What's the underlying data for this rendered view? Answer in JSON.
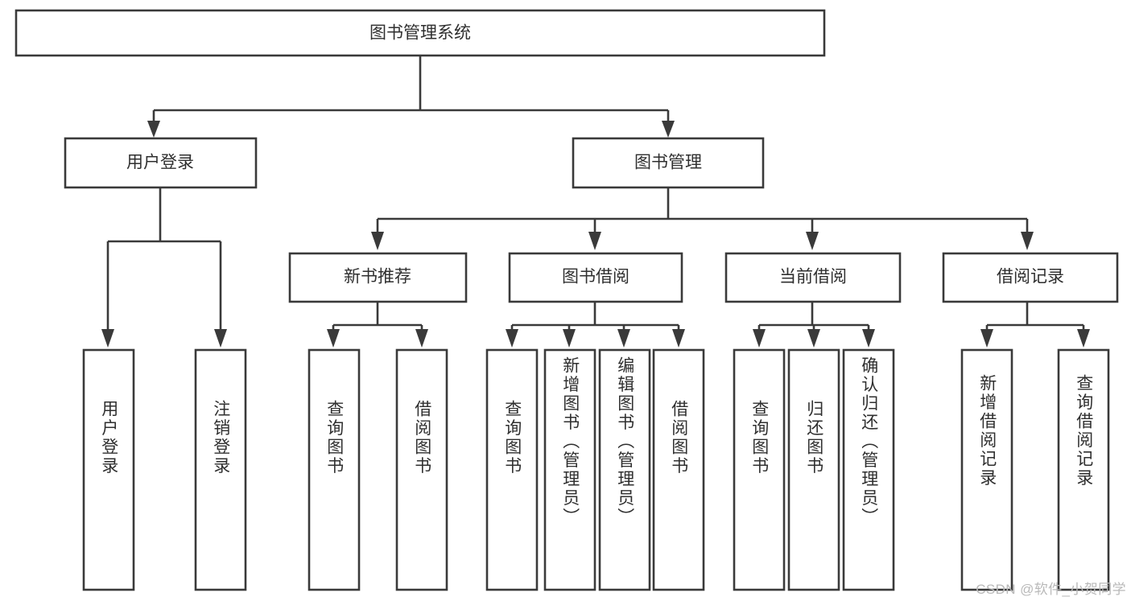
{
  "diagram": {
    "title": "图书管理系统",
    "type": "tree-hierarchy-diagram",
    "colors": {
      "background": "#ffffff",
      "box_stroke": "#3a3a3a",
      "box_fill": "#ffffff",
      "text": "#2f2f2f",
      "watermark": "#b9b9b9"
    },
    "root": {
      "label": "图书管理系统"
    },
    "level2": [
      {
        "label": "用户登录"
      },
      {
        "label": "图书管理"
      }
    ],
    "level3": [
      {
        "label": "新书推荐"
      },
      {
        "label": "图书借阅"
      },
      {
        "label": "当前借阅"
      },
      {
        "label": "借阅记录"
      }
    ],
    "leaves": {
      "user_login": [
        {
          "label": "用户登录"
        },
        {
          "label": "注销登录"
        }
      ],
      "new_book_recommend": [
        {
          "label": "查询图书"
        },
        {
          "label": "借阅图书"
        }
      ],
      "book_borrow": [
        {
          "label": "查询图书"
        },
        {
          "label": "新增图书（管理员）"
        },
        {
          "label": "编辑图书（管理员）"
        },
        {
          "label": "借阅图书"
        }
      ],
      "current_borrow": [
        {
          "label": "查询图书"
        },
        {
          "label": "归还图书"
        },
        {
          "label": "确认归还（管理员）"
        }
      ],
      "borrow_record": [
        {
          "label": "新增借阅记录"
        },
        {
          "label": "查询借阅记录"
        }
      ]
    },
    "watermark": "CSDN @软件_小贺同学"
  }
}
